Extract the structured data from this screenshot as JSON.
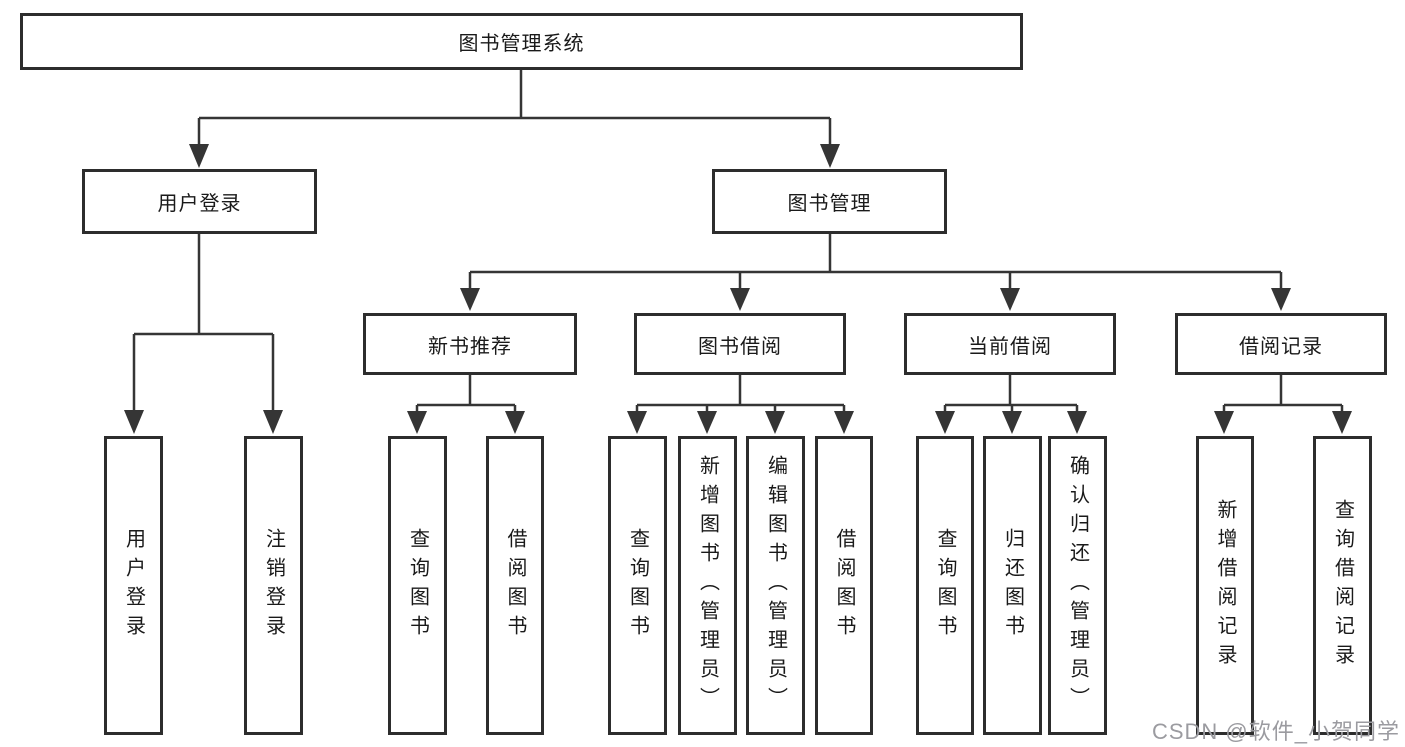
{
  "tree": {
    "root": {
      "label": "图书管理系统"
    },
    "children": [
      {
        "label": "用户登录",
        "children": [
          {
            "label": "用户登录"
          },
          {
            "label": "注销登录"
          }
        ]
      },
      {
        "label": "图书管理",
        "children": [
          {
            "label": "新书推荐",
            "children": [
              {
                "label": "查询图书"
              },
              {
                "label": "借阅图书"
              }
            ]
          },
          {
            "label": "图书借阅",
            "children": [
              {
                "label": "查询图书"
              },
              {
                "label": "新增图书（管理员）"
              },
              {
                "label": "编辑图书（管理员）"
              },
              {
                "label": "借阅图书"
              }
            ]
          },
          {
            "label": "当前借阅",
            "children": [
              {
                "label": "查询图书"
              },
              {
                "label": "归还图书"
              },
              {
                "label": "确认归还（管理员）"
              }
            ]
          },
          {
            "label": "借阅记录",
            "children": [
              {
                "label": "新增借阅记录"
              },
              {
                "label": "查询借阅记录"
              }
            ]
          }
        ]
      }
    ]
  },
  "colors": {
    "box_border": "#2d2d2d",
    "connector_line": "#353535",
    "text": "#1a1a1a",
    "background": "#ffffff",
    "watermark_text": "#9b9ba0"
  },
  "watermark": {
    "text": "CSDN @软件_小贺同学"
  }
}
